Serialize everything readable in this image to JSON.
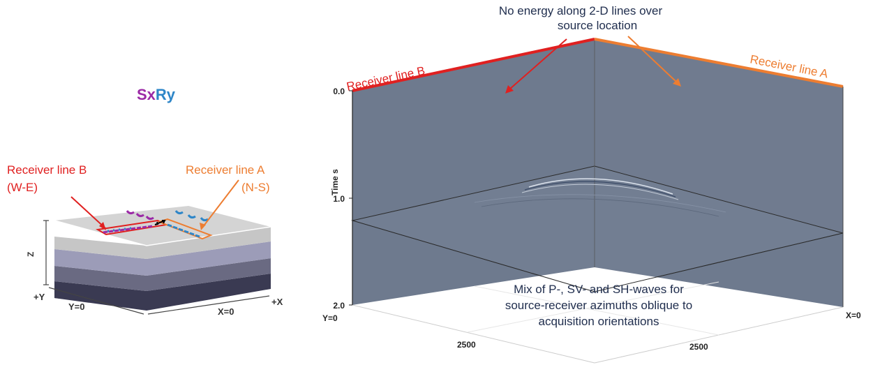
{
  "colors": {
    "red": "#e02020",
    "orange": "#ed7d31",
    "purple": "#9b2aa6",
    "blue": "#2e86c8",
    "navy": "#1f2d4d",
    "panel": "#6e7a8e",
    "layer1": "#c8c8c8",
    "layer2": "#9c9cb8",
    "layer3": "#6a6a82",
    "layer4": "#3a3a52"
  },
  "left": {
    "title_part1": "Sx",
    "title_part2": "Ry",
    "receiver_b_label": "Receiver line B",
    "receiver_b_dir": "(W-E)",
    "receiver_a_label": "Receiver line A",
    "receiver_a_dir": "(N-S)",
    "axis_z": "Z",
    "axis_plus_y": "+Y",
    "axis_y0": "Y=0",
    "axis_x0": "X=0",
    "axis_plus_x": "+X"
  },
  "right": {
    "top_note_line1": "No energy  along 2-D lines over",
    "top_note_line2": "source location",
    "receiver_b_label": "Receiver line B",
    "receiver_a_label": "Receiver line A",
    "time_axis_label": "Time s",
    "time_ticks": [
      "0.0",
      "1.0",
      "2.0"
    ],
    "y0_label": "Y=0",
    "x0_label": "X=0",
    "dist_tick_left": "2500",
    "dist_tick_right": "2500",
    "bottom_note_line1": "Mix of P-, SV- and SH-waves for",
    "bottom_note_line2": "source-receiver azimuths oblique to",
    "bottom_note_line3": "acquisition orientations"
  }
}
